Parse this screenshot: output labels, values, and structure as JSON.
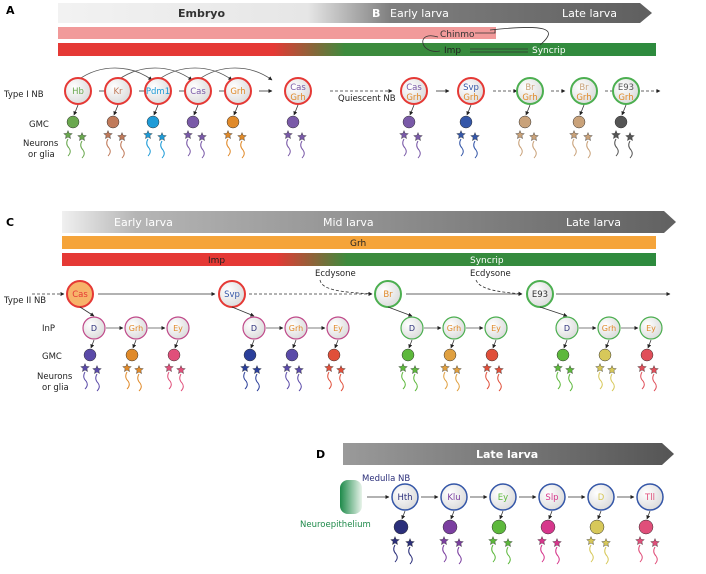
{
  "panelA": {
    "letter": "A",
    "stages": [
      "Embryo",
      "Early larva",
      "Late larva"
    ],
    "letterB": "B",
    "chinmo": "Chinmo",
    "imp": "Imp",
    "syncrip": "Syncrip",
    "row_label": "Type I NB",
    "gmc_label": "GMC",
    "neurons_line1": "Neurons",
    "neurons_line2": "or glia",
    "quiescent": "Quiescent NB",
    "nodes": [
      {
        "l1": "Hb",
        "l2": "",
        "color": "#6aa84f",
        "ring": "#e53935"
      },
      {
        "l1": "Kr",
        "l2": "",
        "color": "#c07a5a",
        "ring": "#e53935"
      },
      {
        "l1": "Pdm1",
        "l2": "",
        "color": "#1e9bd7",
        "ring": "#e53935"
      },
      {
        "l1": "Cas",
        "l2": "",
        "color": "#7a5aa8",
        "ring": "#e53935"
      },
      {
        "l1": "Grh",
        "l2": "",
        "color": "#e08a2a",
        "ring": "#e53935"
      },
      {
        "l1": "Cas",
        "l2": "Grh",
        "color": "#7a5aa8",
        "ring": "#e53935"
      },
      {
        "l1": "Cas",
        "l2": "Grh",
        "color": "#7a5aa8",
        "ring": "#e53935"
      },
      {
        "l1": "Svp",
        "l2": "Grh",
        "color": "#3557a8",
        "ring": "#e53935"
      },
      {
        "l1": "Br",
        "l2": "Grh",
        "color": "#c9a27a",
        "ring": "#4caf50"
      },
      {
        "l1": "Br",
        "l2": "Grh",
        "color": "#c9a27a",
        "ring": "#4caf50"
      },
      {
        "l1": "E93",
        "l2": "Grh",
        "color": "#555555",
        "ring": "#4caf50"
      }
    ]
  },
  "panelC": {
    "letter": "C",
    "stages": [
      "Early larva",
      "Mid larva",
      "Late larva"
    ],
    "grh": "Grh",
    "imp": "Imp",
    "syncrip": "Syncrip",
    "ecdysone": "Ecdysone",
    "row_label": "Type II NB",
    "inp_label": "InP",
    "gmc_label": "GMC",
    "neurons_line1": "Neurons",
    "neurons_line2": "or glia",
    "nbs": [
      "Cas",
      "Svp",
      "Br",
      "E93"
    ],
    "inp_nodes": [
      "D",
      "Grh",
      "Ey"
    ]
  },
  "panelD": {
    "letter": "D",
    "stage": "Late larva",
    "medulla": "Medulla NB",
    "neuroepithelium": "Neuroepithelium",
    "nodes": [
      {
        "label": "Hth",
        "color": "#2b2f7a"
      },
      {
        "label": "Klu",
        "color": "#7b3fa0"
      },
      {
        "label": "Ey",
        "color": "#5db83c"
      },
      {
        "label": "Slp",
        "color": "#d6378c"
      },
      {
        "label": "D",
        "color": "#d7c85a"
      },
      {
        "label": "Tll",
        "color": "#e04f7a"
      }
    ]
  }
}
